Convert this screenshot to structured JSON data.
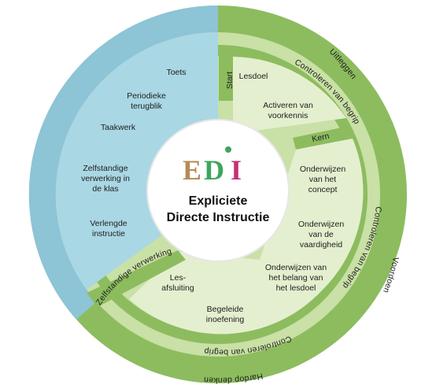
{
  "center": {
    "logo_letters": [
      "E",
      "D",
      "I"
    ],
    "title_line1": "Expliciete",
    "title_line2": "Directe Instructie"
  },
  "blue_section": {
    "items": [
      "Toets",
      "Periodieke",
      "terugblik",
      "Taakwerk",
      "Zelfstandige",
      "verwerking in",
      "de klas",
      "Verlengde",
      "instructie"
    ],
    "arc_label": "Zelfstandige verwerking"
  },
  "green_section": {
    "start_label": "Start",
    "kern_label": "Kern",
    "start_items": [
      "Lesdoel",
      "Activeren van",
      "voorkennis"
    ],
    "kern_items": [
      "Onderwijzen",
      "van het",
      "concept",
      "Onderwijzen",
      "van de",
      "vaardigheid",
      "Onderwijzen van",
      "het belang van",
      "het lesdoel"
    ],
    "bottom_items": [
      "Les-",
      "afsluiting",
      "Begeleide",
      "inoefening"
    ],
    "arc_labels": {
      "controleren_1": "Controleren van begrip",
      "controleren_2": "Controleren van begrip",
      "controleren_3": "Controleren van begrip",
      "uitleggen": "Uitleggen",
      "voordoen": "Voordoen",
      "hardop_denken": "Hardop denken"
    }
  },
  "colors": {
    "outer_green": "#8dbc5f",
    "inner_green": "#c9e0a6",
    "pale_green": "#e4efcf",
    "blue": "#a9d7e4",
    "blue_ring": "#8dc4d6",
    "center_white": "#ffffff"
  }
}
